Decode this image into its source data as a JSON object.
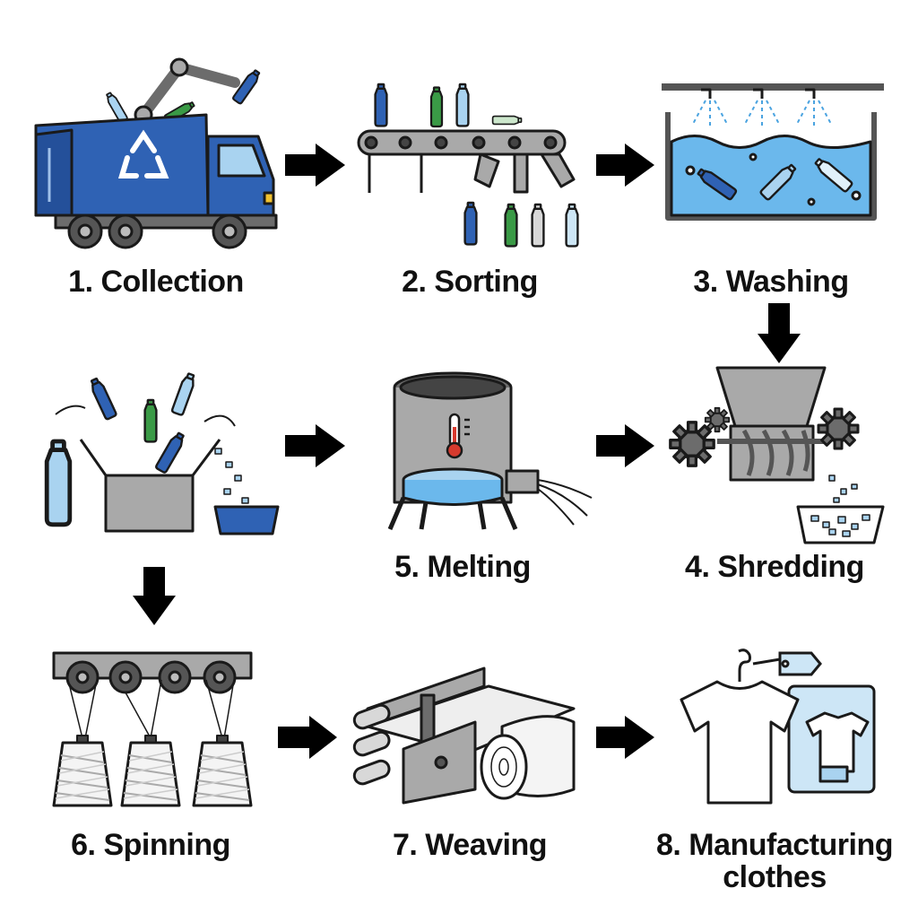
{
  "steps": [
    {
      "label": "1. Collection"
    },
    {
      "label": "2. Sorting"
    },
    {
      "label": "3. Washing"
    },
    {
      "label": "4. Shredding"
    },
    {
      "label": "5. Melting"
    },
    {
      "label": "6. Spinning"
    },
    {
      "label": "7. Weaving"
    },
    {
      "label": "8. Manufacturing clothes",
      "line1": "8. Manufacturing",
      "line2": "clothes"
    }
  ],
  "colors": {
    "blue": "#2f62b4",
    "blue_light": "#a9d3f0",
    "green": "#3a9a46",
    "gray": "#a9a9a9",
    "gray_dark": "#6c6c6c",
    "outline": "#1a1a1a"
  },
  "icons": [
    "recycle-icon",
    "thermometer-icon",
    "gear-icon",
    "arrow-right-icon",
    "arrow-down-icon",
    "hanger-icon",
    "price-tag-icon"
  ]
}
